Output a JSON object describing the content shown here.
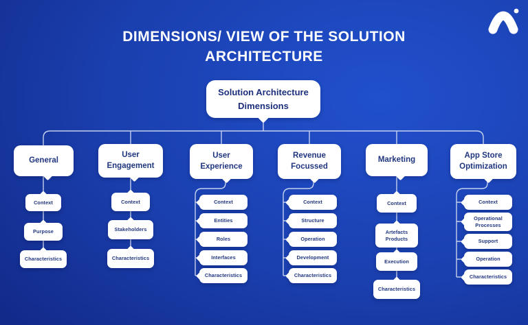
{
  "title": "DIMENSIONS/ VIEW OF THE SOLUTION ARCHITECTURE",
  "colors": {
    "background_dark": "#0d1f6e",
    "background_bright": "#2150cd",
    "node_fill": "#ffffff",
    "node_text": "#1c2f7c",
    "connector": "#dde5f6",
    "title_text": "#ffffff"
  },
  "icons": {
    "brand_logo": "arch-a-mark-with-dot"
  },
  "tree": {
    "root": "Solution Architecture Dimensions",
    "columns": [
      {
        "label": "General",
        "children": [
          "Context",
          "Purpose",
          "Characteristics"
        ]
      },
      {
        "label": "User Engagement",
        "children": [
          "Context",
          "Stakeholders",
          "Characteristics"
        ]
      },
      {
        "label": "User Experience",
        "children": [
          "Context",
          "Entities",
          "Roles",
          "Interfaces",
          "Characteristics"
        ]
      },
      {
        "label": "Revenue Focussed",
        "children": [
          "Context",
          "Structure",
          "Operation",
          "Development",
          "Characteristics"
        ]
      },
      {
        "label": "Marketing",
        "children": [
          "Context",
          "Artefacts Products",
          "Execution",
          "Characteristics"
        ]
      },
      {
        "label": "App Store Optimization",
        "children": [
          "Context",
          "Operational Processes",
          "Support",
          "Operation",
          "Characteristics"
        ]
      }
    ]
  }
}
